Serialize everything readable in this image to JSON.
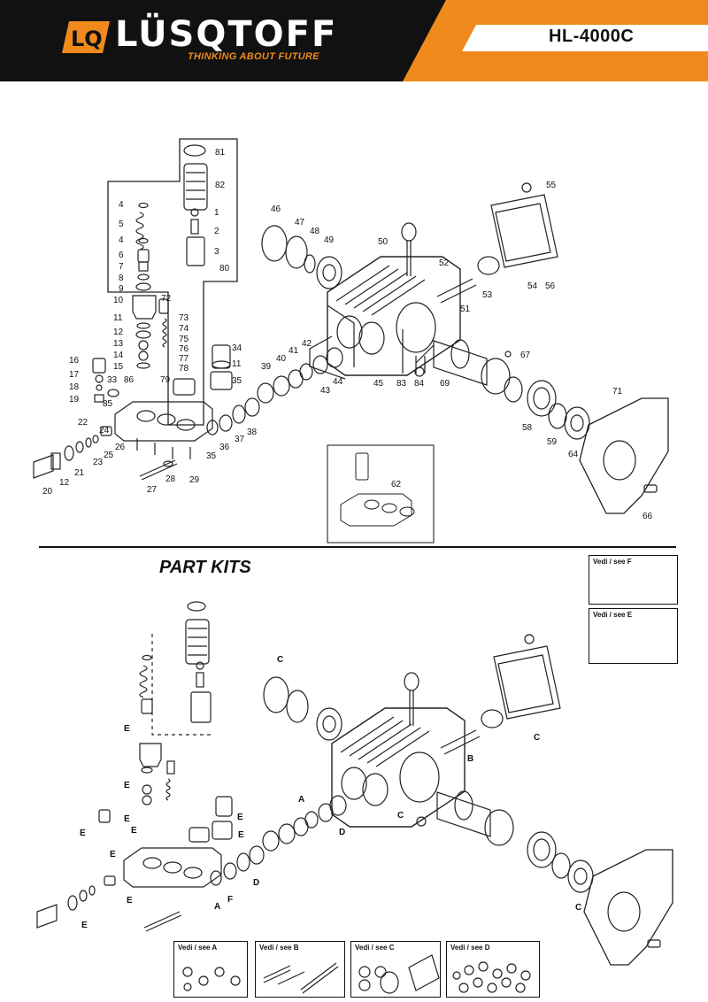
{
  "header": {
    "brand": "LÜSQTOFF",
    "logo_letters": "LQ",
    "tagline": "THINKING ABOUT FUTURE",
    "model": "HL-4000C",
    "colors": {
      "orange": "#f08a1c",
      "dark": "#111111"
    }
  },
  "exploded_view": {
    "part_numbers": [
      "81",
      "82",
      "1",
      "2",
      "3",
      "80",
      "4",
      "5",
      "4",
      "6",
      "7",
      "8",
      "9",
      "10",
      "72",
      "73",
      "74",
      "75",
      "76",
      "77",
      "78",
      "11",
      "12",
      "13",
      "14",
      "15",
      "86",
      "79",
      "33",
      "16",
      "17",
      "18",
      "19",
      "85",
      "34",
      "11",
      "35",
      "46",
      "47",
      "48",
      "49",
      "50",
      "55",
      "52",
      "53",
      "51",
      "54",
      "56",
      "42",
      "41",
      "40",
      "39",
      "43",
      "44",
      "45",
      "83",
      "84",
      "69",
      "67",
      "71",
      "58",
      "59",
      "64",
      "66",
      "22",
      "21",
      "23",
      "25",
      "26",
      "20",
      "12",
      "24",
      "36",
      "37",
      "38",
      "35",
      "27",
      "28",
      "29",
      "62"
    ]
  },
  "part_kits": {
    "title": "PART KITS",
    "kit_letters": [
      "C",
      "C",
      "B",
      "E",
      "E",
      "E",
      "E",
      "E",
      "E",
      "E",
      "E",
      "A",
      "D",
      "C",
      "E",
      "D",
      "A",
      "F",
      "E",
      "C"
    ],
    "boxes": [
      {
        "label": "Vedi / see F"
      },
      {
        "label": "Vedi / see E"
      },
      {
        "label": "Vedi / see A"
      },
      {
        "label": "Vedi / see B"
      },
      {
        "label": "Vedi / see C"
      },
      {
        "label": "Vedi / see D"
      }
    ]
  }
}
